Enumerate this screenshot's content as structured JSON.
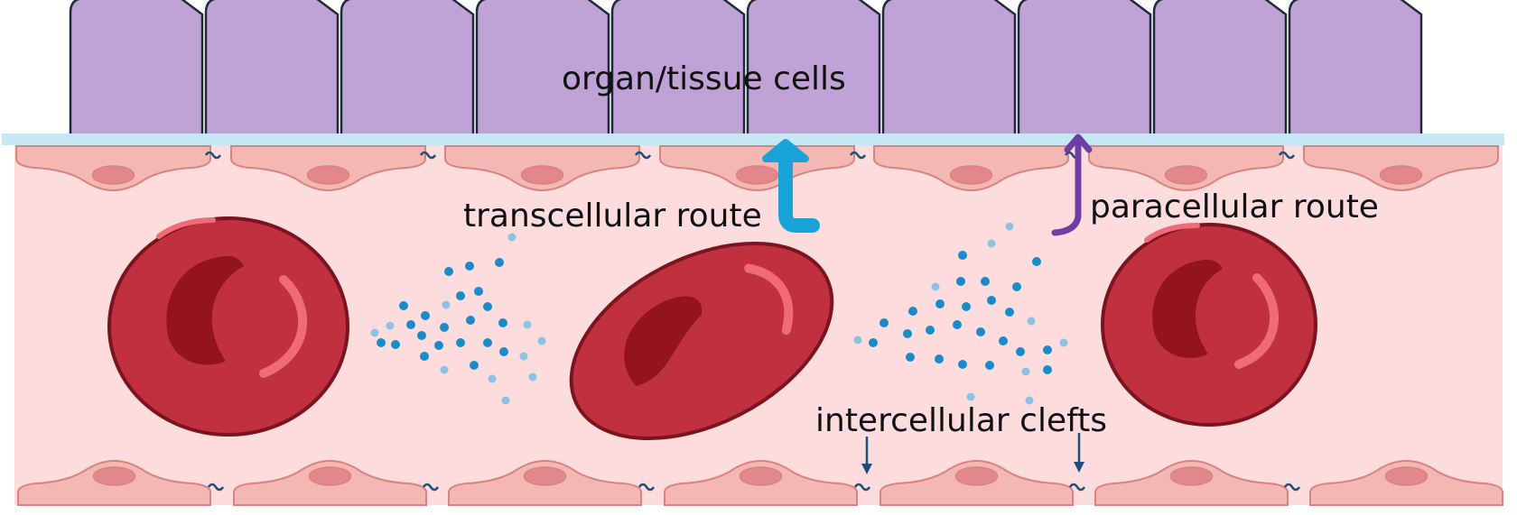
{
  "labels": {
    "organ_tissue": "organ/tissue cells",
    "transcellular": "transcellular route",
    "paracellular": "paracellular route",
    "clefts": "intercellular clefts"
  },
  "colors": {
    "tissue_cell_fill": "#c0a3d6",
    "tissue_cell_stroke": "#1f2a3a",
    "basement_membrane": "#c6e7f3",
    "vessel_lumen": "#fcdcdc",
    "endothelial_cell_fill": "#f3b7b4",
    "endothelial_cell_stroke": "#d9827f",
    "nucleus_fill": "#e3888a",
    "tight_junction": "#1f4e79",
    "rbc_fill": "#c0303e",
    "rbc_stroke": "#7c1420",
    "rbc_center": "#93141f",
    "rbc_highlight": "#f06b78",
    "particle_dark": "#1b8ac9",
    "particle_light": "#8cc2e3",
    "transcellular_arrow": "#1aa3d9",
    "paracellular_arrow": "#6e3ea3",
    "cleft_arrow": "#1f4e79"
  }
}
